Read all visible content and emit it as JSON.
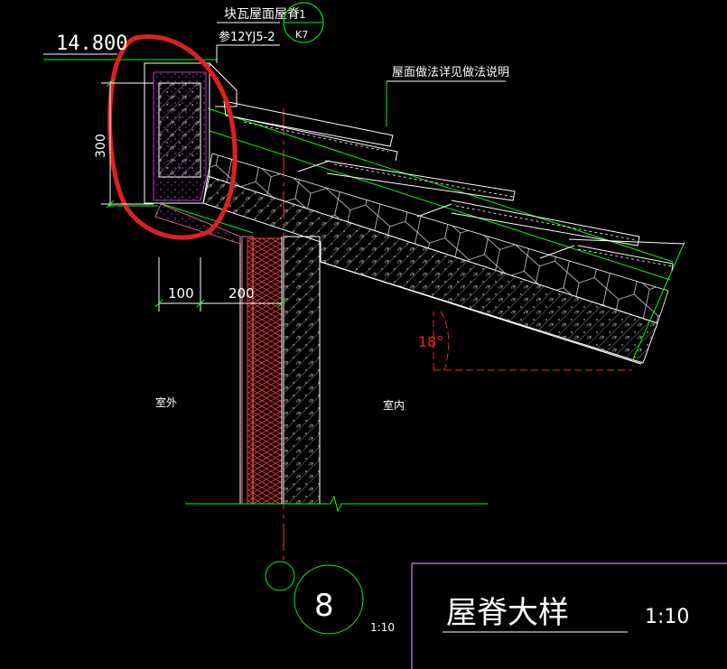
{
  "labels": {
    "elevation": "14.800",
    "ridge_ref_title": "块瓦屋面屋脊",
    "ridge_ref_num": "1",
    "ridge_ref_sheet": "K7",
    "ridge_ref_atlas": "参12YJ5-2",
    "roof_note": "屋面做法详见做法说明",
    "dim_height": "300",
    "dim_left": "100",
    "dim_right": "200",
    "angle": "18°",
    "outside": "室外",
    "inside": "室内",
    "detail_num": "8",
    "detail_scale_small": "1:10",
    "title": "屋脊大样",
    "title_scale": "1:10"
  },
  "colors": {
    "background": "#000000",
    "outline": "#ffffff",
    "green": "#00ff00",
    "red": "#ff0000",
    "pink": "#ff7f7f",
    "magenta_frame": "#c080ff",
    "annotation": "#e0201c"
  }
}
